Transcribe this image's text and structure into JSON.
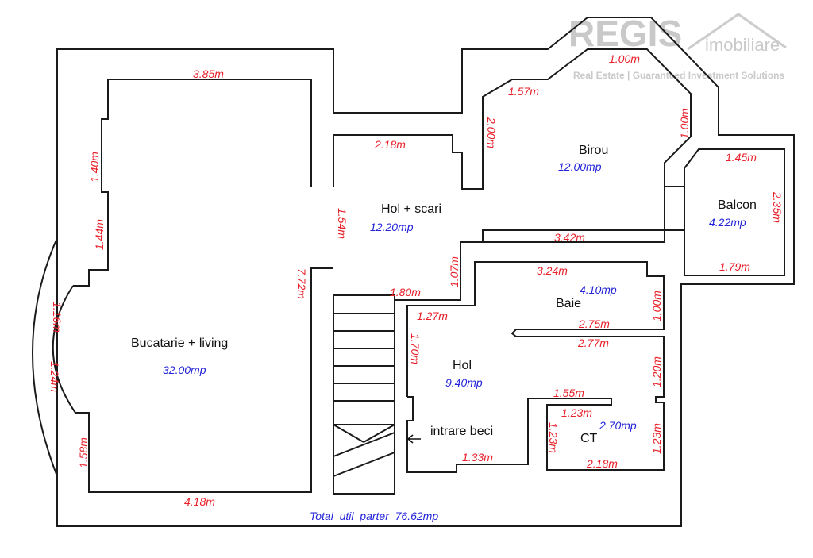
{
  "logo": {
    "brand": "REGIS",
    "sub": "imobiliare",
    "tagline": "Real Estate | Guaranteed Investment Solutions"
  },
  "rooms": {
    "bucatarie": {
      "name": "Bucatarie + living",
      "area": "32.00mp"
    },
    "hol_scari": {
      "name": "Hol + scari",
      "area": "12.20mp"
    },
    "birou": {
      "name": "Birou",
      "area": "12.00mp"
    },
    "balcon": {
      "name": "Balcon",
      "area": "4.22mp"
    },
    "baie": {
      "name": "Baie",
      "area": "4.10mp"
    },
    "hol": {
      "name": "Hol",
      "area": "9.40mp"
    },
    "ct": {
      "name": "CT",
      "area": "2.70mp"
    },
    "beci": {
      "name": "intrare beci"
    }
  },
  "dims": {
    "d385": "3.85m",
    "d140": "1.40m",
    "d144": "1.44m",
    "d116": "1.16m",
    "d124": "1.24m",
    "d158": "1.58m",
    "d418": "4.18m",
    "d772": "7.72m",
    "d154": "1.54m",
    "d218a": "2.18m",
    "d200": "2.00m",
    "d157": "1.57m",
    "d100a": "1.00m",
    "d100b": "1.00m",
    "d145": "1.45m",
    "d235": "2.35m",
    "d179": "1.79m",
    "d342": "3.42m",
    "d107": "1.07m",
    "d180": "1.80m",
    "d324": "3.24m",
    "d100c": "1.00m",
    "d275": "2.75m",
    "d277": "2.77m",
    "d127": "1.27m",
    "d170": "1.70m",
    "d120": "1.20m",
    "d155": "1.55m",
    "d123a": "1.23m",
    "d123b": "1.23m",
    "d123c": "1.23m",
    "d133": "1.33m",
    "d218b": "2.18m"
  },
  "total": "Total  util  parter  76.62mp"
}
